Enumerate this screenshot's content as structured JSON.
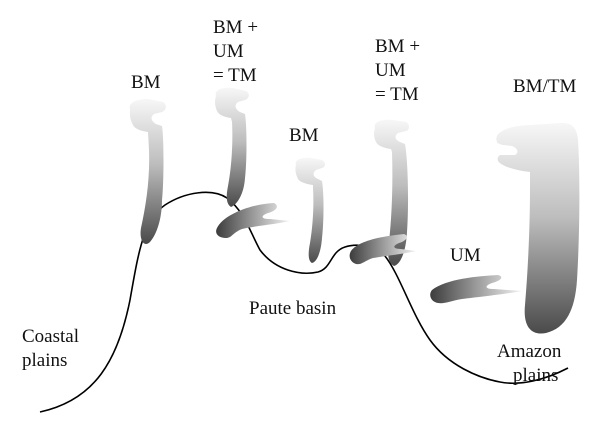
{
  "colors": {
    "line": "#000000",
    "shape_light": "#f7f7f7",
    "shape_mid": "#bdbdbd",
    "shape_dark": "#4a4a4a",
    "text": "#111111"
  },
  "labels": {
    "bm_1": "BM",
    "bmum_1": [
      "BM +",
      "UM",
      "= TM"
    ],
    "bm_2": "BM",
    "bmum_2": [
      "BM +",
      "UM",
      "= TM"
    ],
    "bmtm": "BM/TM",
    "um": "UM",
    "paute": "Paute basin",
    "coastal": [
      "Coastal",
      "plains"
    ],
    "amazon": [
      "Amazon",
      "plains"
    ]
  }
}
